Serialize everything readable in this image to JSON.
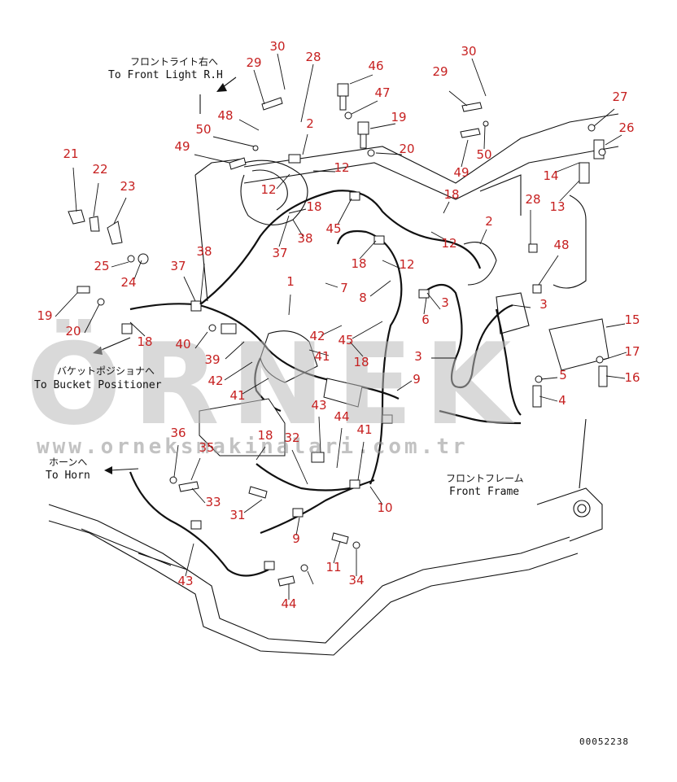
{
  "diagram": {
    "notes": {
      "front_light_jp": "フロントライト右へ",
      "front_light_en": "To Front Light R.H",
      "bucket_jp": "バケットポジショナへ",
      "bucket_en": "To Bucket Positioner",
      "horn_jp": "ホーンへ",
      "horn_en": "To Horn",
      "frame_jp": "フロントフレーム",
      "frame_en": "Front Frame"
    },
    "drawing_code": "00052238",
    "watermark": {
      "brand": "ÖRNEK",
      "url": "www.orneksmakinalari.com.tr"
    },
    "callouts": [
      "29",
      "30",
      "28",
      "46",
      "47",
      "19",
      "20",
      "30",
      "29",
      "27",
      "26",
      "50",
      "49",
      "14",
      "13",
      "48",
      "50",
      "49",
      "12",
      "12",
      "2",
      "18",
      "21",
      "22",
      "23",
      "12",
      "2",
      "18",
      "28",
      "48",
      "45",
      "38",
      "37",
      "25",
      "24",
      "38",
      "37",
      "18",
      "12",
      "19",
      "20",
      "18",
      "1",
      "7",
      "8",
      "3",
      "6",
      "3",
      "15",
      "40",
      "42",
      "45",
      "39",
      "41",
      "18",
      "3",
      "5",
      "17",
      "16",
      "42",
      "41",
      "9",
      "43",
      "44",
      "4",
      "36",
      "35",
      "18",
      "41",
      "32",
      "33",
      "31",
      "9",
      "10",
      "11",
      "34",
      "43",
      "44"
    ]
  }
}
